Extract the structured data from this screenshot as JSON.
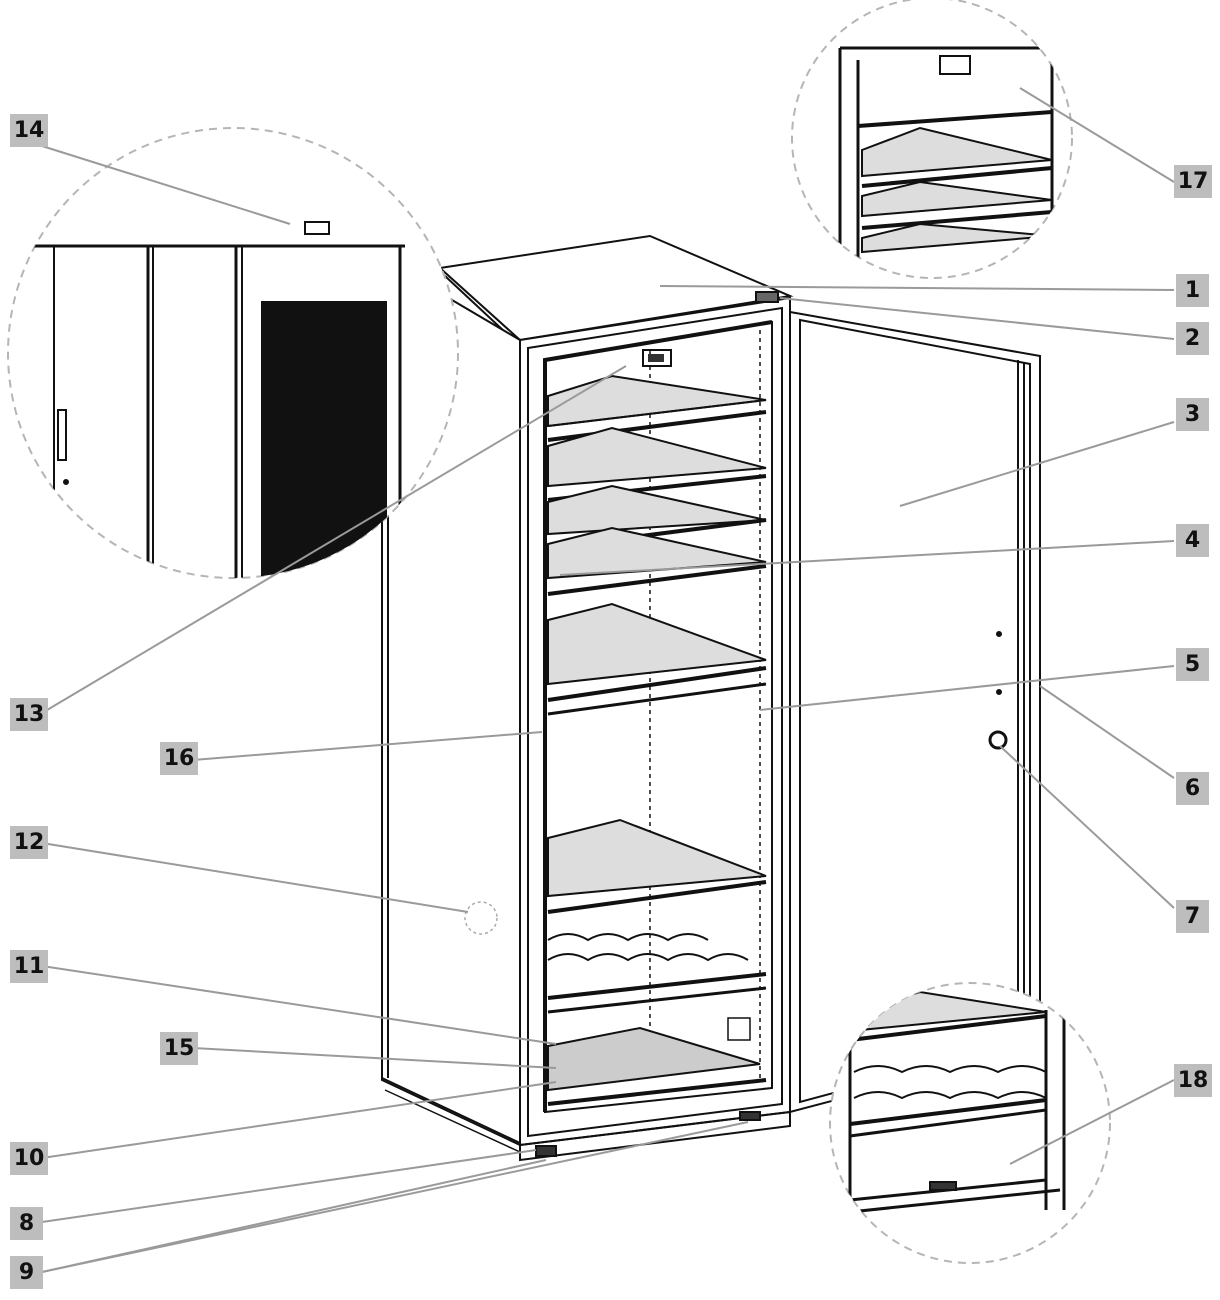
{
  "diagram": {
    "callouts": [
      {
        "id": "1",
        "label": "1"
      },
      {
        "id": "2",
        "label": "2"
      },
      {
        "id": "3",
        "label": "3"
      },
      {
        "id": "4",
        "label": "4"
      },
      {
        "id": "5",
        "label": "5"
      },
      {
        "id": "6",
        "label": "6"
      },
      {
        "id": "7",
        "label": "7"
      },
      {
        "id": "8",
        "label": "8"
      },
      {
        "id": "9",
        "label": "9"
      },
      {
        "id": "10",
        "label": "10"
      },
      {
        "id": "11",
        "label": "11"
      },
      {
        "id": "12",
        "label": "12"
      },
      {
        "id": "13",
        "label": "13"
      },
      {
        "id": "14",
        "label": "14"
      },
      {
        "id": "15",
        "label": "15"
      },
      {
        "id": "16",
        "label": "16"
      },
      {
        "id": "17",
        "label": "17"
      },
      {
        "id": "18",
        "label": "18"
      }
    ]
  },
  "colors": {
    "line": "#111111",
    "leader": "#9a9a9a",
    "callout_bg": "#bdbdbd",
    "dashed_circle": "#b5b5b5"
  }
}
